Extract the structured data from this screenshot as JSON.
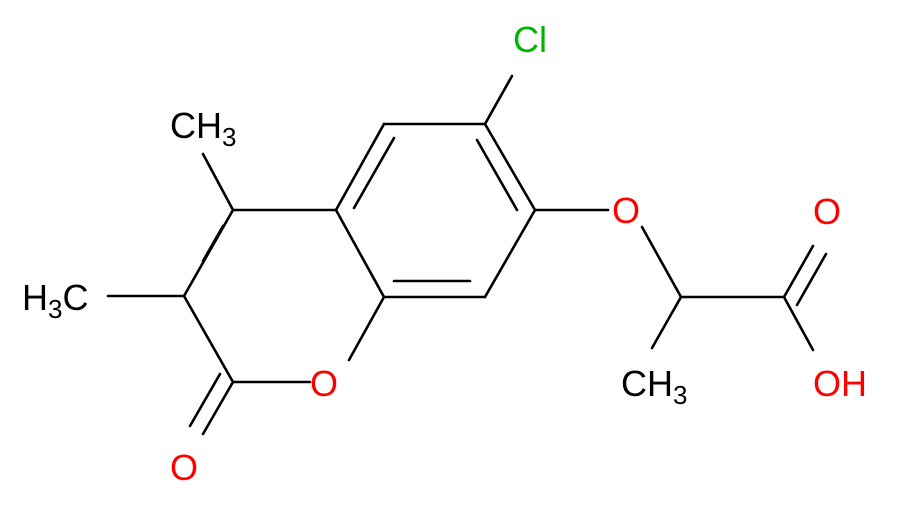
{
  "molecule": {
    "labels": {
      "cl": "Cl",
      "o_ether": "O",
      "o_ring": "O",
      "o_carbonyl_ring": "O",
      "o_acid_carbonyl": "O",
      "oh": "OH",
      "ch3_top_main": "CH",
      "ch3_top_sub": "3",
      "ch3_left_main": "H",
      "ch3_left_sub": "3",
      "ch3_left_tail": "C",
      "ch3_bottom_main": "CH",
      "ch3_bottom_sub": "3"
    },
    "colors": {
      "bond": "#000000",
      "carbon_hydrogen": "#000000",
      "chlorine": "#00b400",
      "oxygen": "#ff0000"
    }
  }
}
